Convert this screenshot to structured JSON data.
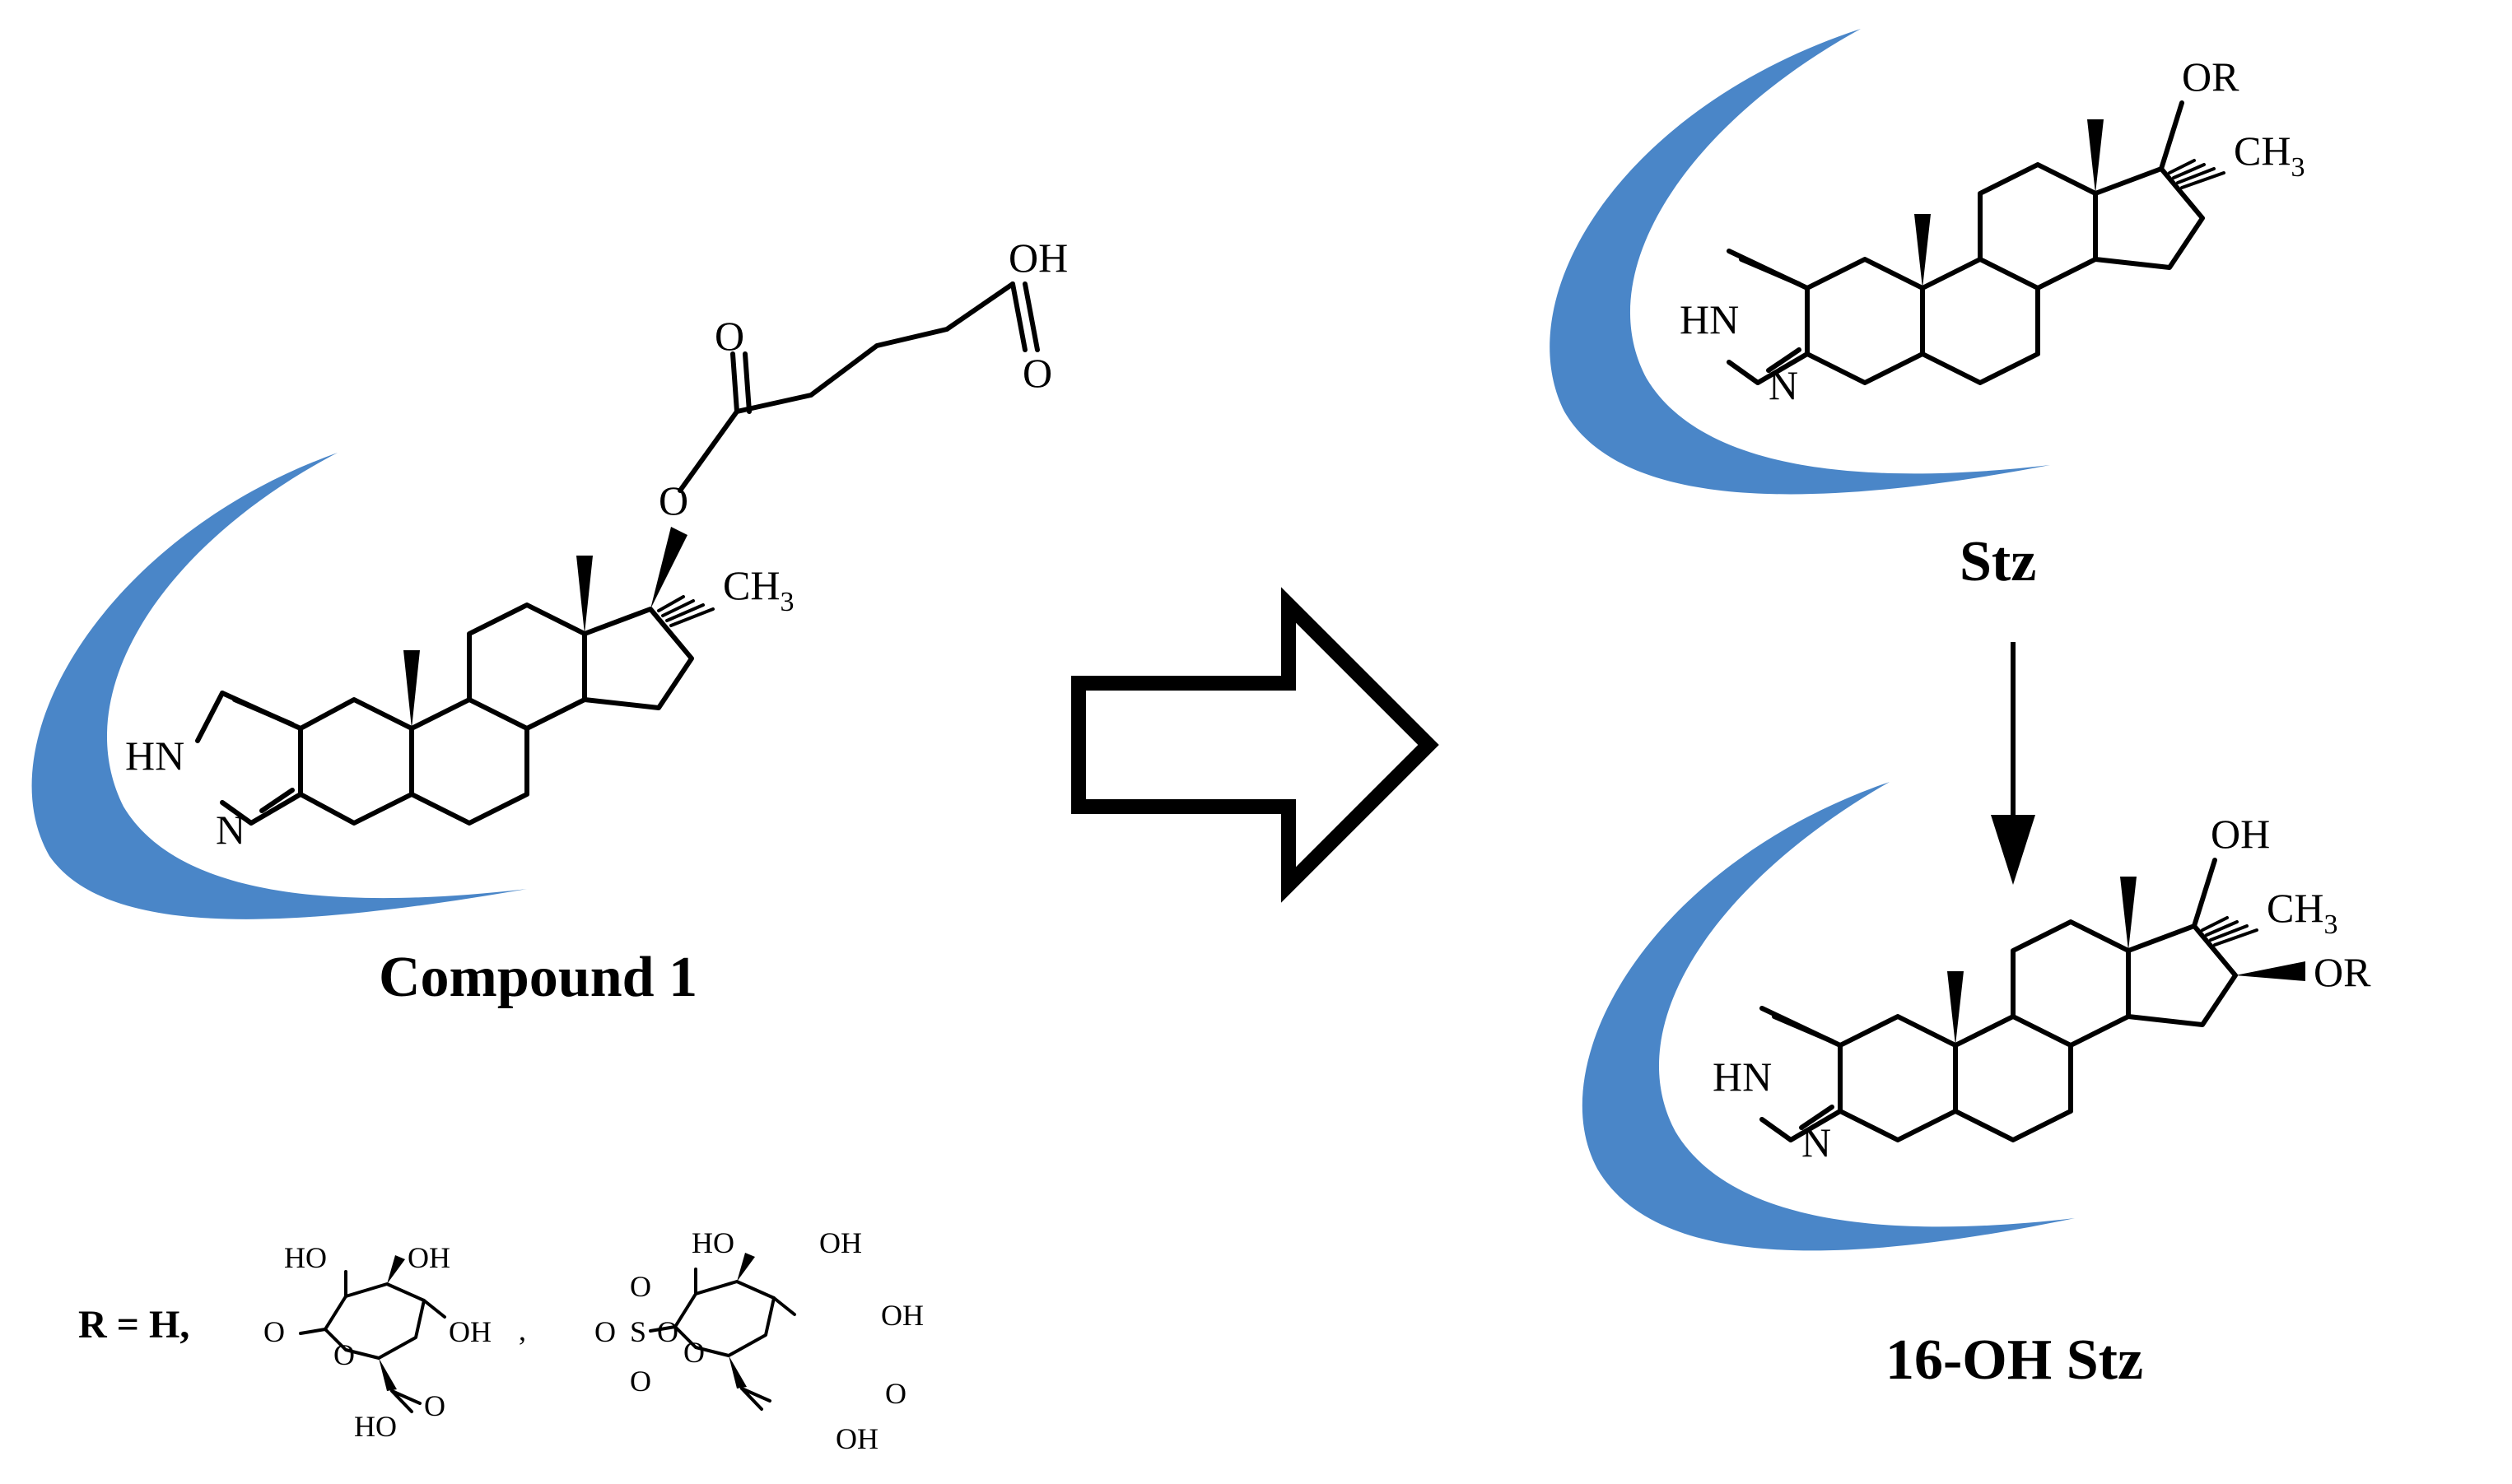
{
  "colors": {
    "swoosh": "#4a86c8",
    "ink": "#000000",
    "background": "#ffffff"
  },
  "compounds": {
    "compound1": {
      "label": "Compound 1"
    },
    "stz": {
      "label": "Stz"
    },
    "oh16": {
      "label": "16-OH Stz"
    }
  },
  "atoms": {
    "oh": "OH",
    "o": "O",
    "hn": "HN",
    "n": "N",
    "ch3_main": "CH",
    "ch3_sub": "3",
    "or": "OR",
    "o_small": "O",
    "oh_small": "OH",
    "ho_small": "HO",
    "s": "S",
    "oh_prime": "OH"
  },
  "r_definition": {
    "label": "R = H,",
    "separator": ","
  }
}
